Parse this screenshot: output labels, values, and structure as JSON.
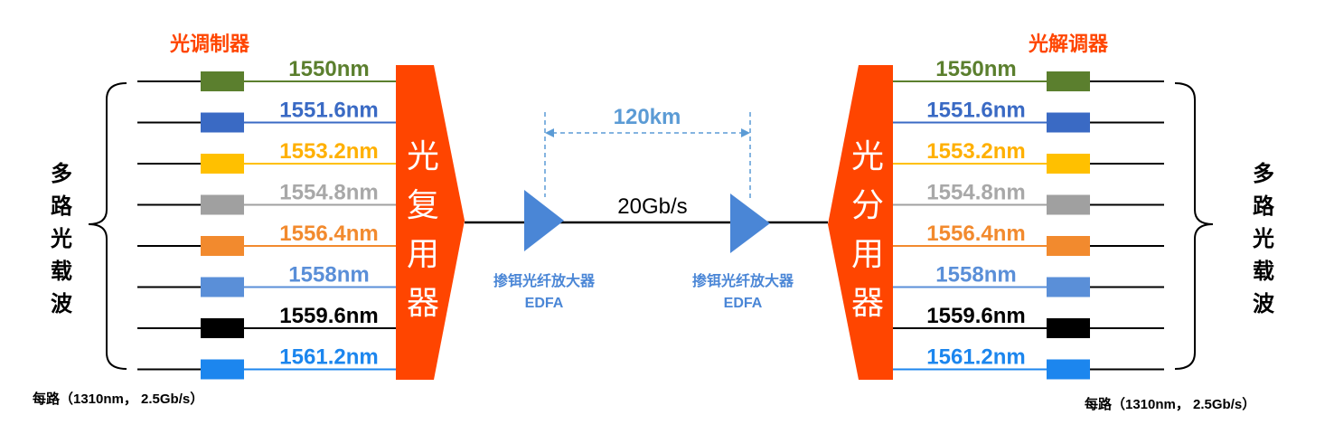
{
  "modulator_label": "光调制器",
  "demodulator_label": "光解调器",
  "mux_label": "光复用器",
  "demux_label": "光分用器",
  "multi_carrier_label": "多路光载波",
  "per_channel_note": "每路（1310nm， 2.5Gb/s）",
  "distance_label": "120km",
  "link_rate_label": "20Gb/s",
  "amplifiers": [
    {
      "name_cn": "掺铒光纤放大器",
      "abbr": "EDFA"
    },
    {
      "name_cn": "掺铒光纤放大器",
      "abbr": "EDFA"
    }
  ],
  "colors": {
    "orange_red": "#FF4500",
    "amplifier_blue": "#4A86D6",
    "dimension_blue": "#5B9BD5"
  },
  "channels": [
    {
      "wavelength": "1550nm",
      "color": "#5B7F2E",
      "text_color": "#5B7F2E"
    },
    {
      "wavelength": "1551.6nm",
      "color": "#3A6AC4",
      "text_color": "#3A6AC4"
    },
    {
      "wavelength": "1553.2nm",
      "color": "#FFC000",
      "text_color": "#FFB000"
    },
    {
      "wavelength": "1554.8nm",
      "color": "#A0A0A0",
      "text_color": "#A8A8A8"
    },
    {
      "wavelength": "1556.4nm",
      "color": "#F28A2E",
      "text_color": "#F28A2E"
    },
    {
      "wavelength": "1558nm",
      "color": "#5A8FD8",
      "text_color": "#5A8FD8"
    },
    {
      "wavelength": "1559.6nm",
      "color": "#000000",
      "text_color": "#000000"
    },
    {
      "wavelength": "1561.2nm",
      "color": "#1C86EE",
      "text_color": "#1C86EE"
    }
  ]
}
